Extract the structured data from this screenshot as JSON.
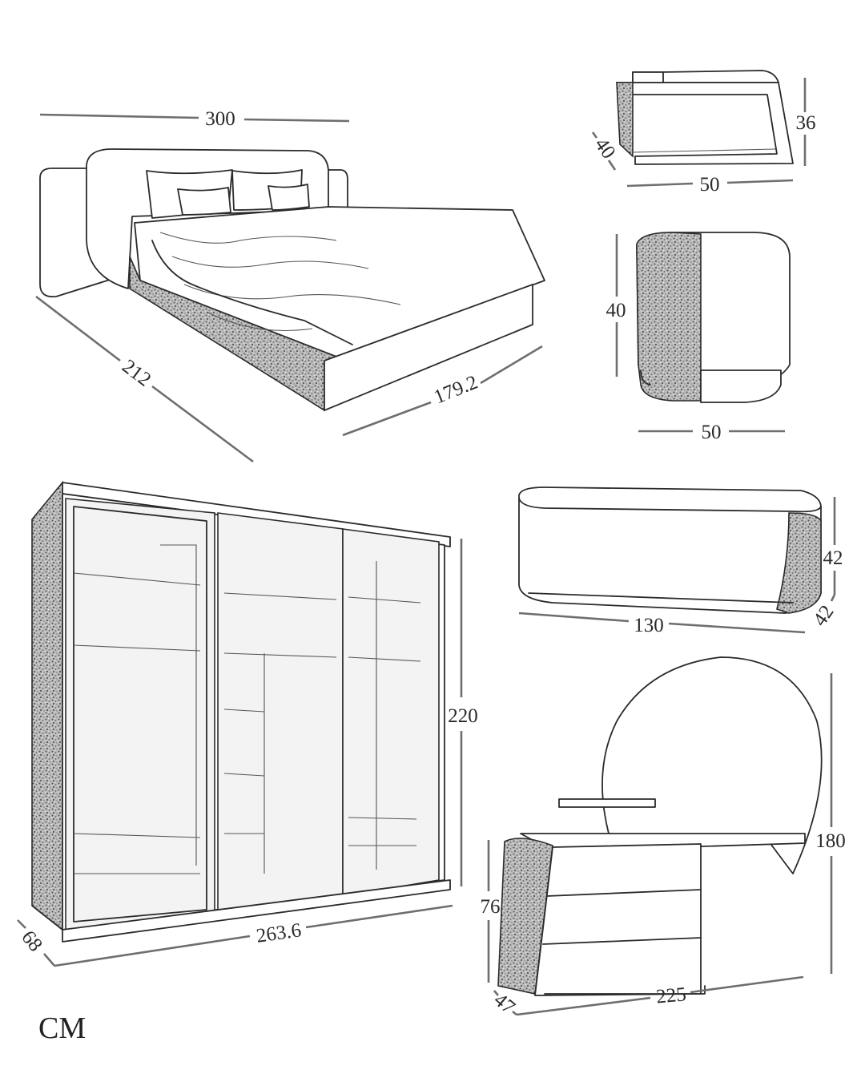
{
  "unit_label": "CM",
  "bed": {
    "width": "300",
    "depth": "212",
    "base_width": "179.2"
  },
  "side_table": {
    "height": "36",
    "depth": "40",
    "width": "50"
  },
  "pouf": {
    "height": "40",
    "width": "50"
  },
  "bench": {
    "height": "42",
    "depth": "42",
    "width": "130"
  },
  "wardrobe": {
    "height": "220",
    "width": "263.6",
    "depth": "68"
  },
  "vanity": {
    "total_height": "180",
    "desk_height": "76",
    "depth": "47",
    "width": "225"
  }
}
